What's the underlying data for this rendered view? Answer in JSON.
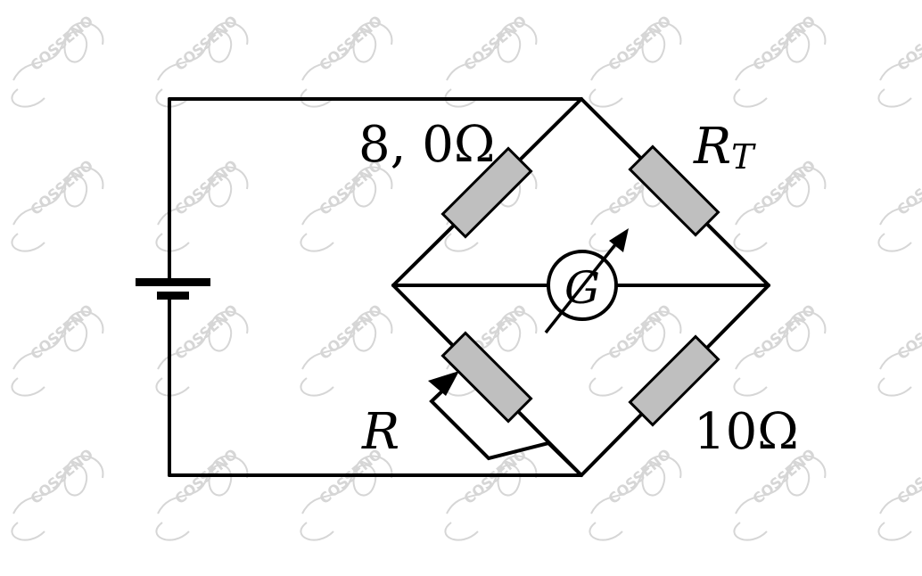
{
  "watermark": {
    "text": "COSSENO",
    "color": "#d6d6d6"
  },
  "diagram": {
    "wire_color": "#000000",
    "resistor_fill": "#bfbfbf",
    "labels": {
      "r_top_left": "8, 0Ω",
      "r_top_right_main": "R",
      "r_top_right_sub": "T",
      "r_bottom_right": "10Ω",
      "r_bottom_left": "R",
      "galvanometer": "G"
    }
  }
}
